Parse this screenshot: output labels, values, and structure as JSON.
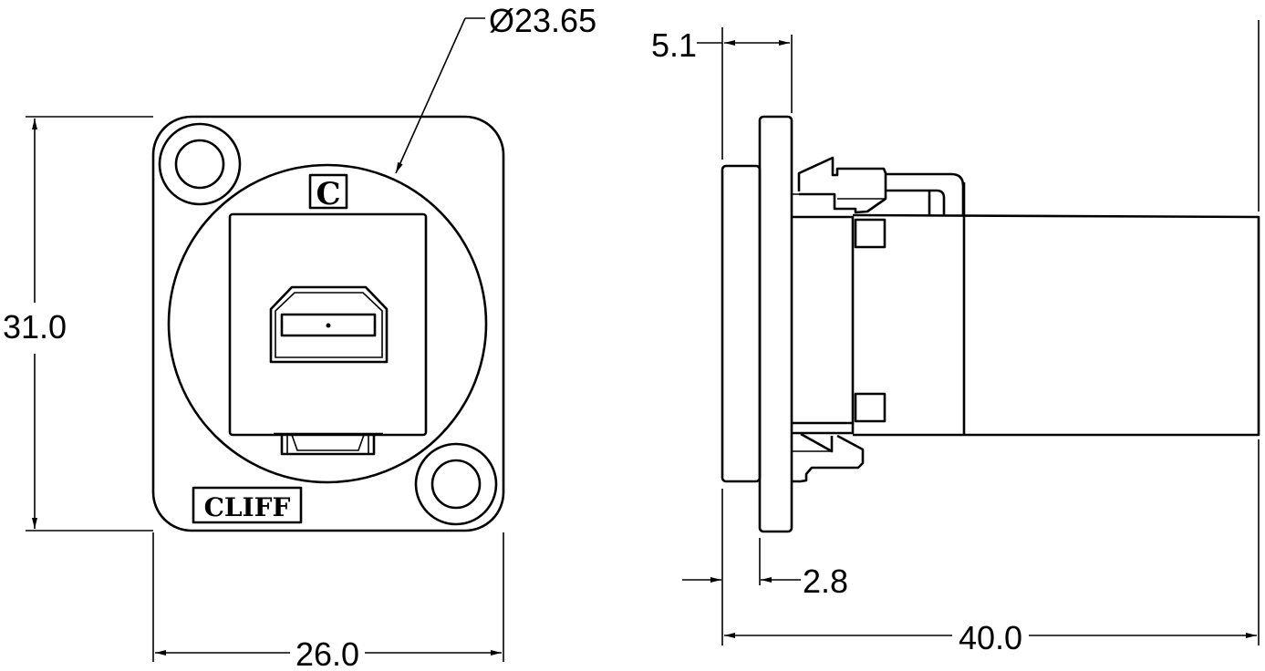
{
  "drawing": {
    "front_view": {
      "brand_label": "CLIFF",
      "marker_label": "C"
    },
    "dimensions": {
      "height": "31.0",
      "width": "26.0",
      "diameter": "Ø23.65",
      "flange_depth": "5.1",
      "flange_thickness": "2.8",
      "length": "40.0"
    }
  }
}
